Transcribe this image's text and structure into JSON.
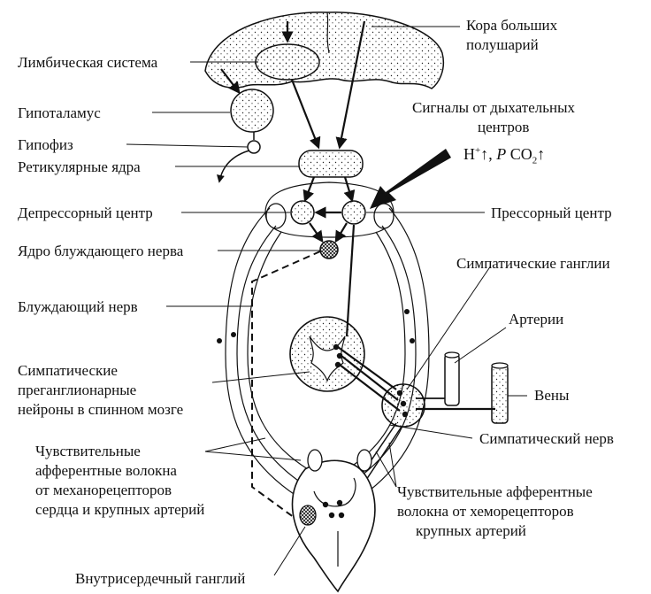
{
  "labels": {
    "cortex_line1": "Кора больших",
    "cortex_line2": "полушарий",
    "limbic": "Лимбическая система",
    "hypothalamus": "Гипоталамус",
    "pituitary": "Гипофиз",
    "reticular": "Ретикулярные ядра",
    "resp_line1": "Сигналы от дыхательных",
    "resp_line2": "центров",
    "depressor": "Депрессорный центр",
    "pressor": "Прессорный центр",
    "vagus_nucleus": "Ядро блуждающего нерва",
    "symp_ganglia": "Симпатические ганглии",
    "vagus_nerve": "Блуждающий нерв",
    "arteries": "Артерии",
    "pregang_line1": "Симпатические",
    "pregang_line2": "преганглионарные",
    "pregang_line3": "нейроны в спинном мозге",
    "veins": "Вены",
    "symp_nerve": "Симпатический нерв",
    "mechano_line1": "Чувствительные",
    "mechano_line2": "афферентные волокна",
    "mechano_line3": "от механорецепторов",
    "mechano_line4": "сердца и крупных артерий",
    "chemo_line1": "Чувствительные афферентные",
    "chemo_line2": "волокна от хеморецепторов",
    "chemo_line3": "крупных артерий",
    "intracardiac": "Внутрисердечный ганглий"
  },
  "formula": {
    "h": "H",
    "h_sup": "+",
    "up1": "↑",
    "sep": ",",
    "p": "P",
    "co": "CO",
    "co_sub": "2",
    "up2": "↑"
  }
}
